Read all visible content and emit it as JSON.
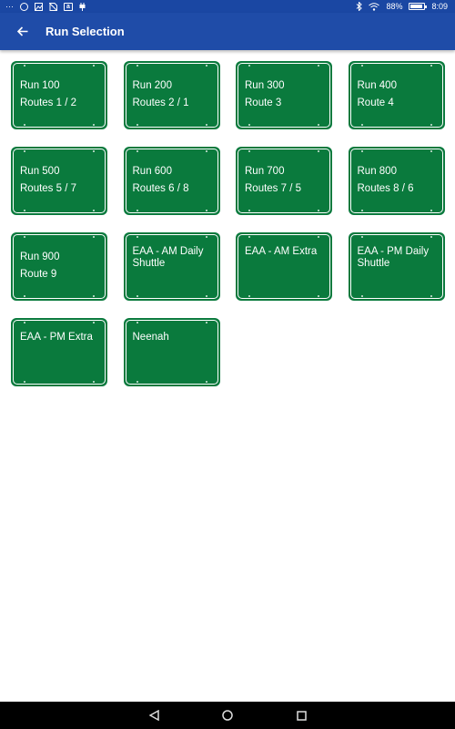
{
  "status": {
    "battery": "88%",
    "battery_level": 0.88,
    "time": "8:09"
  },
  "app_bar": {
    "title": "Run Selection"
  },
  "colors": {
    "status_bar": "#1a47a3",
    "app_bar": "#1f4ca8",
    "sign_green": "#0a7a3d"
  },
  "runs": [
    {
      "line1": "Run 100",
      "line2": "Routes 1 / 2"
    },
    {
      "line1": "Run 200",
      "line2": "Routes 2 / 1"
    },
    {
      "line1": "Run 300",
      "line2": "Route 3"
    },
    {
      "line1": "Run 400",
      "line2": "Route 4"
    },
    {
      "line1": "Run 500",
      "line2": "Routes 5 / 7"
    },
    {
      "line1": "Run 600",
      "line2": "Routes 6 / 8"
    },
    {
      "line1": "Run 700",
      "line2": "Routes 7 / 5"
    },
    {
      "line1": "Run 800",
      "line2": "Routes 8 / 6"
    },
    {
      "line1": "Run 900",
      "line2": "Route 9"
    },
    {
      "line1": "EAA - AM Daily Shuttle",
      "line2": ""
    },
    {
      "line1": "EAA - AM Extra",
      "line2": ""
    },
    {
      "line1": "EAA - PM Daily Shuttle",
      "line2": ""
    },
    {
      "line1": "EAA - PM Extra",
      "line2": ""
    },
    {
      "line1": "Neenah",
      "line2": ""
    }
  ]
}
